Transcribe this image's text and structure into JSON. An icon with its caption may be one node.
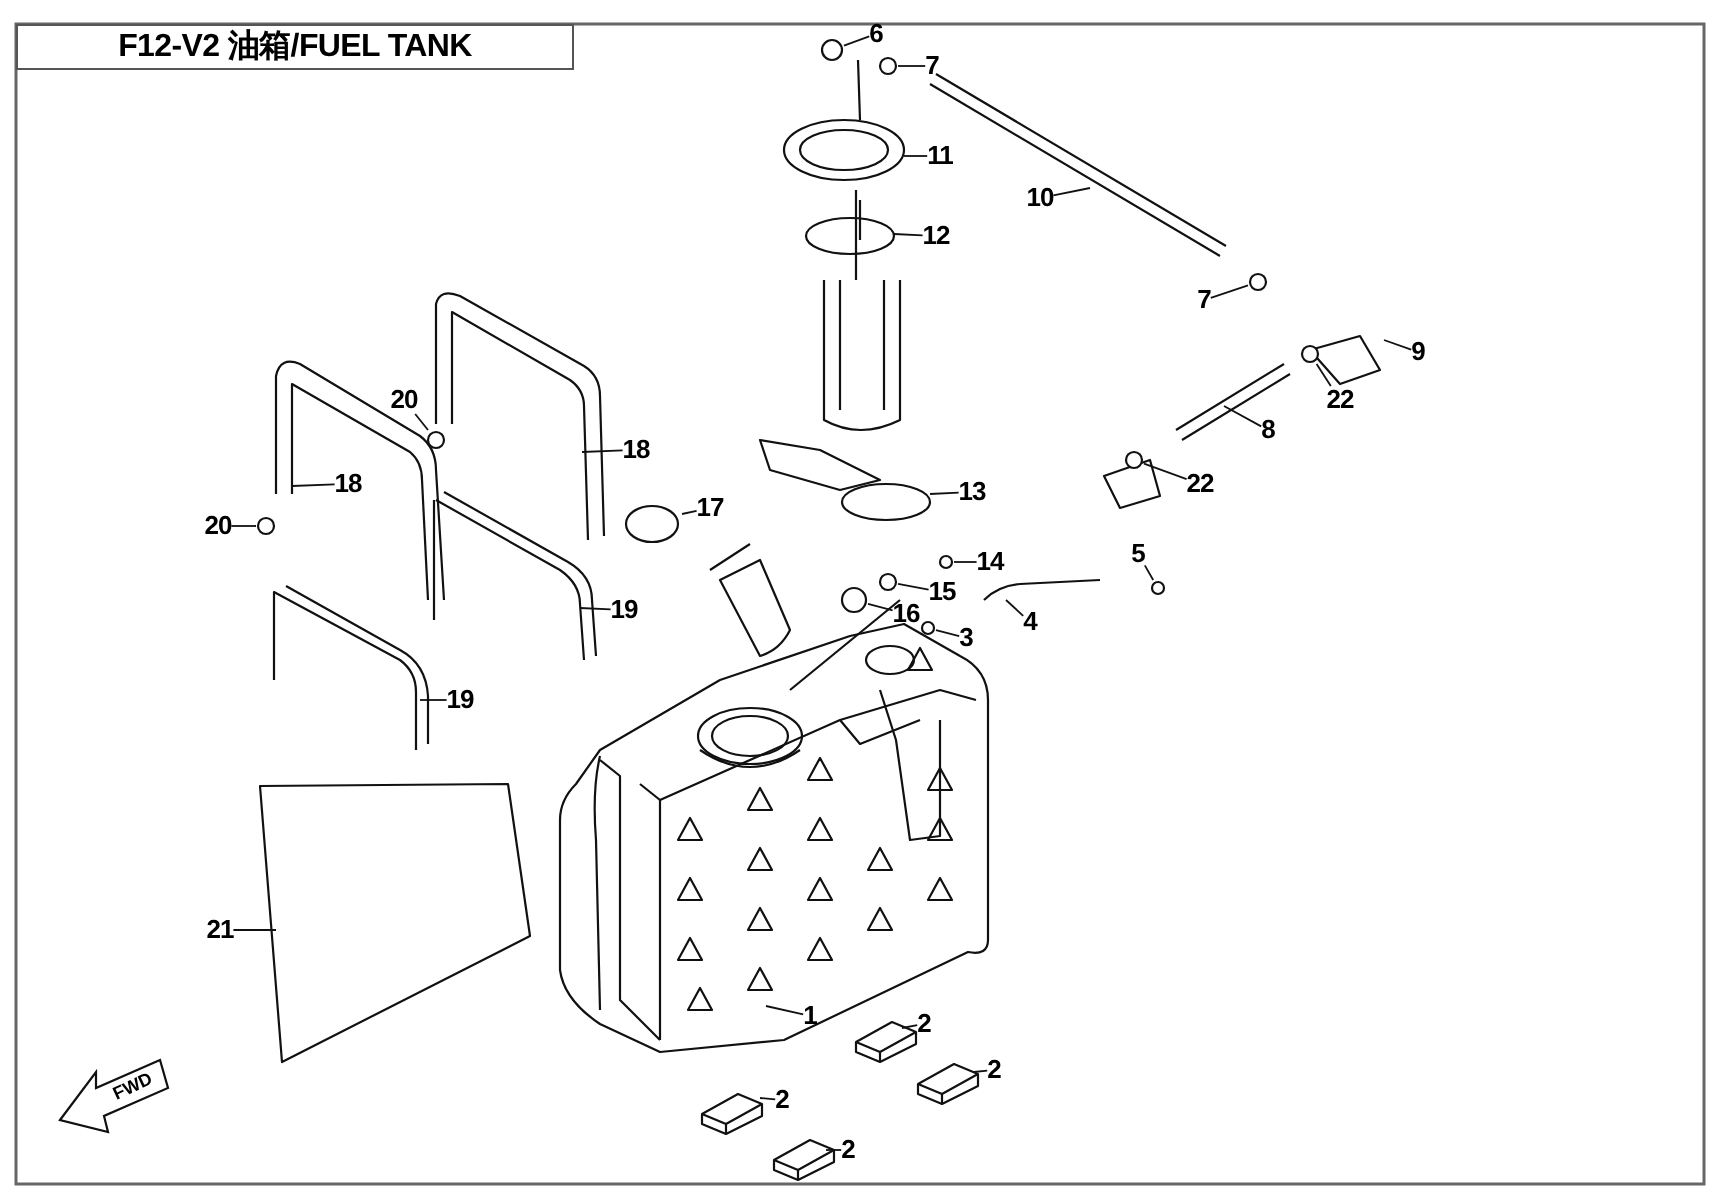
{
  "diagram": {
    "title": "F12-V2 油箱/FUEL TANK",
    "nodes": [
      {
        "text": [
          "6"
        ]
      },
      {
        "text": [
          "7"
        ]
      },
      {
        "text": [
          "11"
        ]
      },
      {
        "text": [
          "10"
        ]
      },
      {
        "text": [
          "12"
        ]
      },
      {
        "text": [
          "7"
        ]
      },
      {
        "text": [
          "9"
        ]
      },
      {
        "text": [
          "20"
        ]
      },
      {
        "text": [
          "22"
        ]
      },
      {
        "text": [
          "8"
        ]
      },
      {
        "text": [
          "18"
        ]
      },
      {
        "text": [
          "18"
        ]
      },
      {
        "text": [
          "22"
        ]
      },
      {
        "text": [
          "13"
        ]
      },
      {
        "text": [
          "17"
        ]
      },
      {
        "text": [
          "20"
        ]
      },
      {
        "text": [
          "5"
        ]
      },
      {
        "text": [
          "14"
        ]
      },
      {
        "text": [
          "15"
        ]
      },
      {
        "text": [
          "19"
        ]
      },
      {
        "text": [
          "16"
        ]
      },
      {
        "text": [
          "4"
        ]
      },
      {
        "text": [
          "3"
        ]
      },
      {
        "text": [
          "19"
        ]
      },
      {
        "text": [
          "21"
        ]
      },
      {
        "text": [
          "1"
        ]
      },
      {
        "text": [
          "2"
        ]
      },
      {
        "text": [
          "2"
        ]
      },
      {
        "text": [
          "2"
        ]
      },
      {
        "text": [
          "2"
        ]
      },
      {
        "text": [],
        "shape": "circle"
      },
      {
        "text": [],
        "shape": "circle"
      },
      {
        "text": [],
        "shape": "circle"
      },
      {
        "text": [],
        "shape": "circle"
      },
      {
        "text": [],
        "shape": "circle"
      },
      {
        "text": [],
        "shape": "circle"
      },
      {
        "text": [],
        "shape": "circle"
      },
      {
        "text": [],
        "shape": "circle"
      },
      {
        "text": [],
        "shape": "circle"
      },
      {
        "text": [],
        "shape": "circle"
      },
      {
        "text": [],
        "shape": "circle"
      },
      {
        "text": [],
        "shape": "circle"
      }
    ],
    "edges": [
      {
        "from": 0,
        "to": 30,
        "arrow": "none"
      },
      {
        "from": 1,
        "to": 31,
        "arrow": "none"
      },
      {
        "from": 2,
        "to": null,
        "arrow": "none"
      },
      {
        "from": 3,
        "to": null,
        "arrow": "none"
      },
      {
        "from": 4,
        "to": null,
        "arrow": "none"
      },
      {
        "from": 5,
        "to": 32,
        "arrow": "none"
      },
      {
        "from": 6,
        "to": null,
        "arrow": "none"
      },
      {
        "from": 7,
        "to": 33,
        "arrow": "none"
      },
      {
        "from": 8,
        "to": 34,
        "arrow": "none"
      },
      {
        "from": 9,
        "to": null,
        "arrow": "none"
      },
      {
        "from": 10,
        "to": null,
        "arrow": "none"
      },
      {
        "from": 11,
        "to": null,
        "arrow": "none"
      },
      {
        "from": 12,
        "to": 35,
        "arrow": "none"
      },
      {
        "from": 13,
        "to": null,
        "arrow": "none"
      },
      {
        "from": 14,
        "to": null,
        "arrow": "none"
      },
      {
        "from": 15,
        "to": 36,
        "arrow": "none"
      },
      {
        "from": 16,
        "to": 37,
        "arrow": "none"
      },
      {
        "from": 17,
        "to": 38,
        "arrow": "none"
      },
      {
        "from": 18,
        "to": 39,
        "arrow": "none"
      },
      {
        "from": 19,
        "to": null,
        "arrow": "none"
      },
      {
        "from": 20,
        "to": 40,
        "arrow": "none"
      },
      {
        "from": 21,
        "to": null,
        "arrow": "none"
      },
      {
        "from": 22,
        "to": 41,
        "arrow": "none"
      },
      {
        "from": 23,
        "to": null,
        "arrow": "none"
      },
      {
        "from": 24,
        "to": null,
        "arrow": "none"
      },
      {
        "from": 25,
        "to": null,
        "arrow": "none"
      },
      {
        "from": 26,
        "to": null,
        "arrow": "none"
      },
      {
        "from": 27,
        "to": null,
        "arrow": "none"
      },
      {
        "from": 28,
        "to": null,
        "arrow": "none"
      },
      {
        "from": 29,
        "to": null,
        "arrow": "none"
      }
    ],
    "labels": [
      "FWD"
    ]
  }
}
